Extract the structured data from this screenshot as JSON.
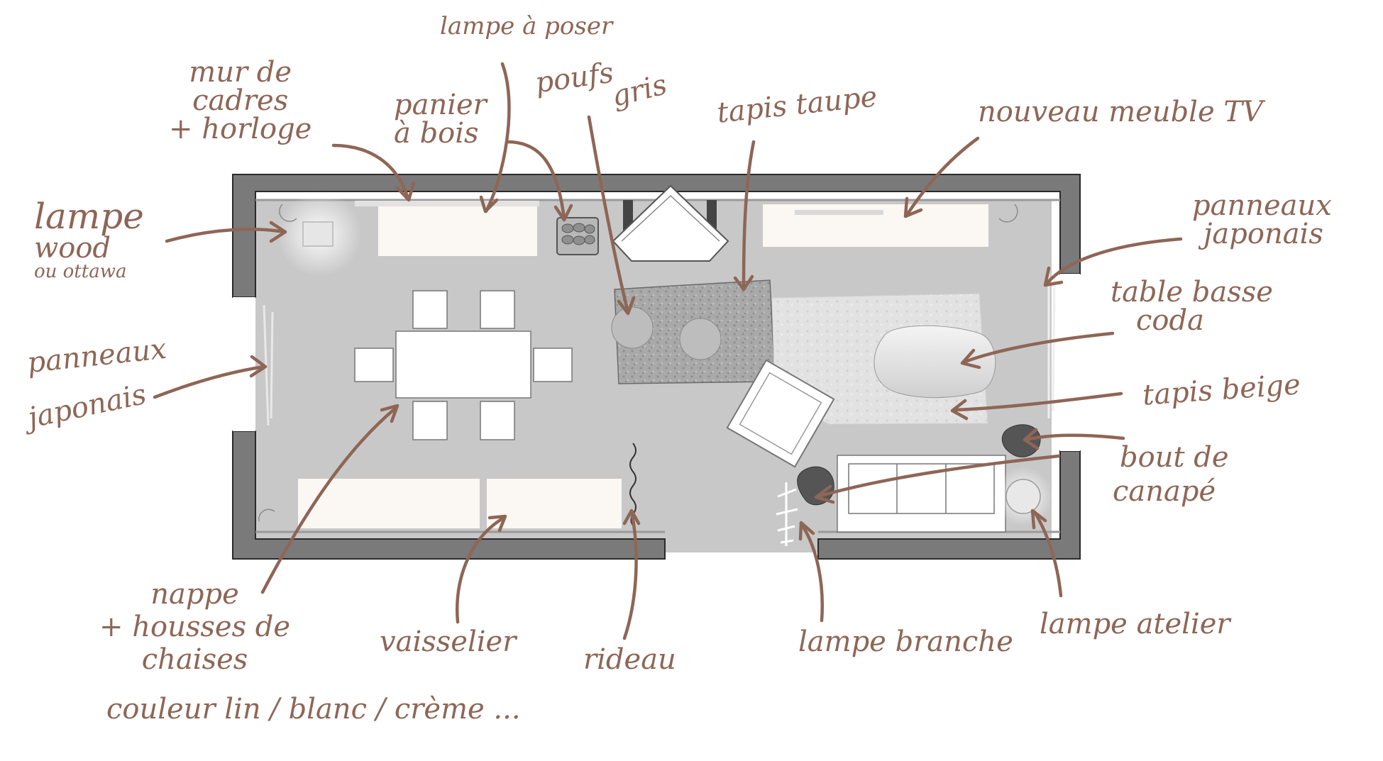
{
  "colors": {
    "annotation": "#8e6656",
    "wall": "#7a7a7a",
    "floor": "#c8c8c8",
    "furniture_cream": "#fbf7f2"
  },
  "labels": {
    "lampe_a_poser": "lampe à poser",
    "mur_de_cadres": [
      "mur de",
      "cadres",
      "+ horloge"
    ],
    "panier_a_bois": [
      "panier",
      "à bois"
    ],
    "poufs_gris": [
      "poufs",
      "gris"
    ],
    "tapis_taupe": "tapis taupe",
    "nouveau_meuble_tv": "nouveau meuble TV",
    "lampe_wood": [
      "lampe",
      "wood",
      "ou ottawa"
    ],
    "panneaux_japonais_right": [
      "panneaux",
      "japonais"
    ],
    "table_basse": [
      "table basse",
      "coda"
    ],
    "panneaux_japonais_left": [
      "panneaux",
      "japonais"
    ],
    "tapis_beige": "tapis beige",
    "bout_de_canape": [
      "bout de",
      "canapé"
    ],
    "nappe_housses": [
      "nappe",
      "+ housses de",
      "chaises"
    ],
    "couleur": "couleur lin / blanc / crème ...",
    "vaisselier": "vaisselier",
    "rideau": "rideau",
    "lampe_branche": "lampe branche",
    "lampe_atelier": "lampe atelier"
  }
}
